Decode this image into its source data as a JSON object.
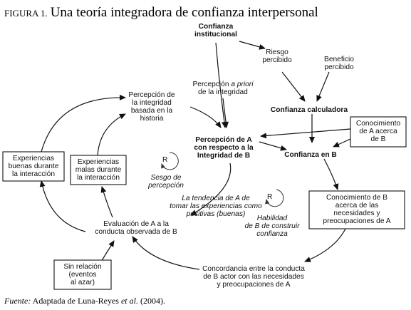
{
  "figure": {
    "label": "FIGURA 1.",
    "title": "Una teoría integradora de confianza interpersonal"
  },
  "nodes": {
    "confianza_institucional": [
      "Confianza",
      "institucional"
    ],
    "riesgo": [
      "Riesgo",
      "percibido"
    ],
    "beneficio": [
      "Beneficio",
      "percibido"
    ],
    "confianza_calculadora": [
      "Confianza calculadora"
    ],
    "percepcion_a_priori": [
      "Percepción a priori",
      "de la integridad"
    ],
    "percepcion_historia": [
      "Percepción de",
      "la integridad",
      "basada en la",
      "historia"
    ],
    "percepcion_A": [
      "Percepción de A",
      "con respecto a la",
      "Integridad de B"
    ],
    "conocimiento_A": [
      "Conocimiento",
      "de A acerca",
      "de B"
    ],
    "confianza_B": [
      "Confianza en B"
    ],
    "exp_buenas": [
      "Experiencias",
      "buenas durante",
      "la interacción"
    ],
    "exp_malas": [
      "Experiencias",
      "malas durante",
      "la interacción"
    ],
    "sesgo": [
      "Sesgo de",
      "percepción"
    ],
    "tendencia": [
      "La tendencia de A de",
      "tomar las experiencias como",
      "positivas (buenas)"
    ],
    "habilidad": [
      "Habilidad",
      "de B de construir",
      "confianza"
    ],
    "conocimiento_B": [
      "Conocimiento de B",
      "acerca de las",
      "necesidades y",
      "preocupaciones de A"
    ],
    "evaluacion": [
      "Evaluación de A a la",
      "conducta observada de B"
    ],
    "sin_relacion": [
      "Sin relación",
      "(eventos",
      "al azar)"
    ],
    "concordancia": [
      "Concordancia entre la conducta",
      "de B actor con las necesidades",
      "y preocupaciones de A"
    ]
  },
  "loops": {
    "r1": "R",
    "r2": "R"
  },
  "footer": {
    "source_label": "Fuente:",
    "text_a": "Adaptada de Luna-Reyes ",
    "et_al": "et al.",
    "text_b": " (2004)."
  }
}
